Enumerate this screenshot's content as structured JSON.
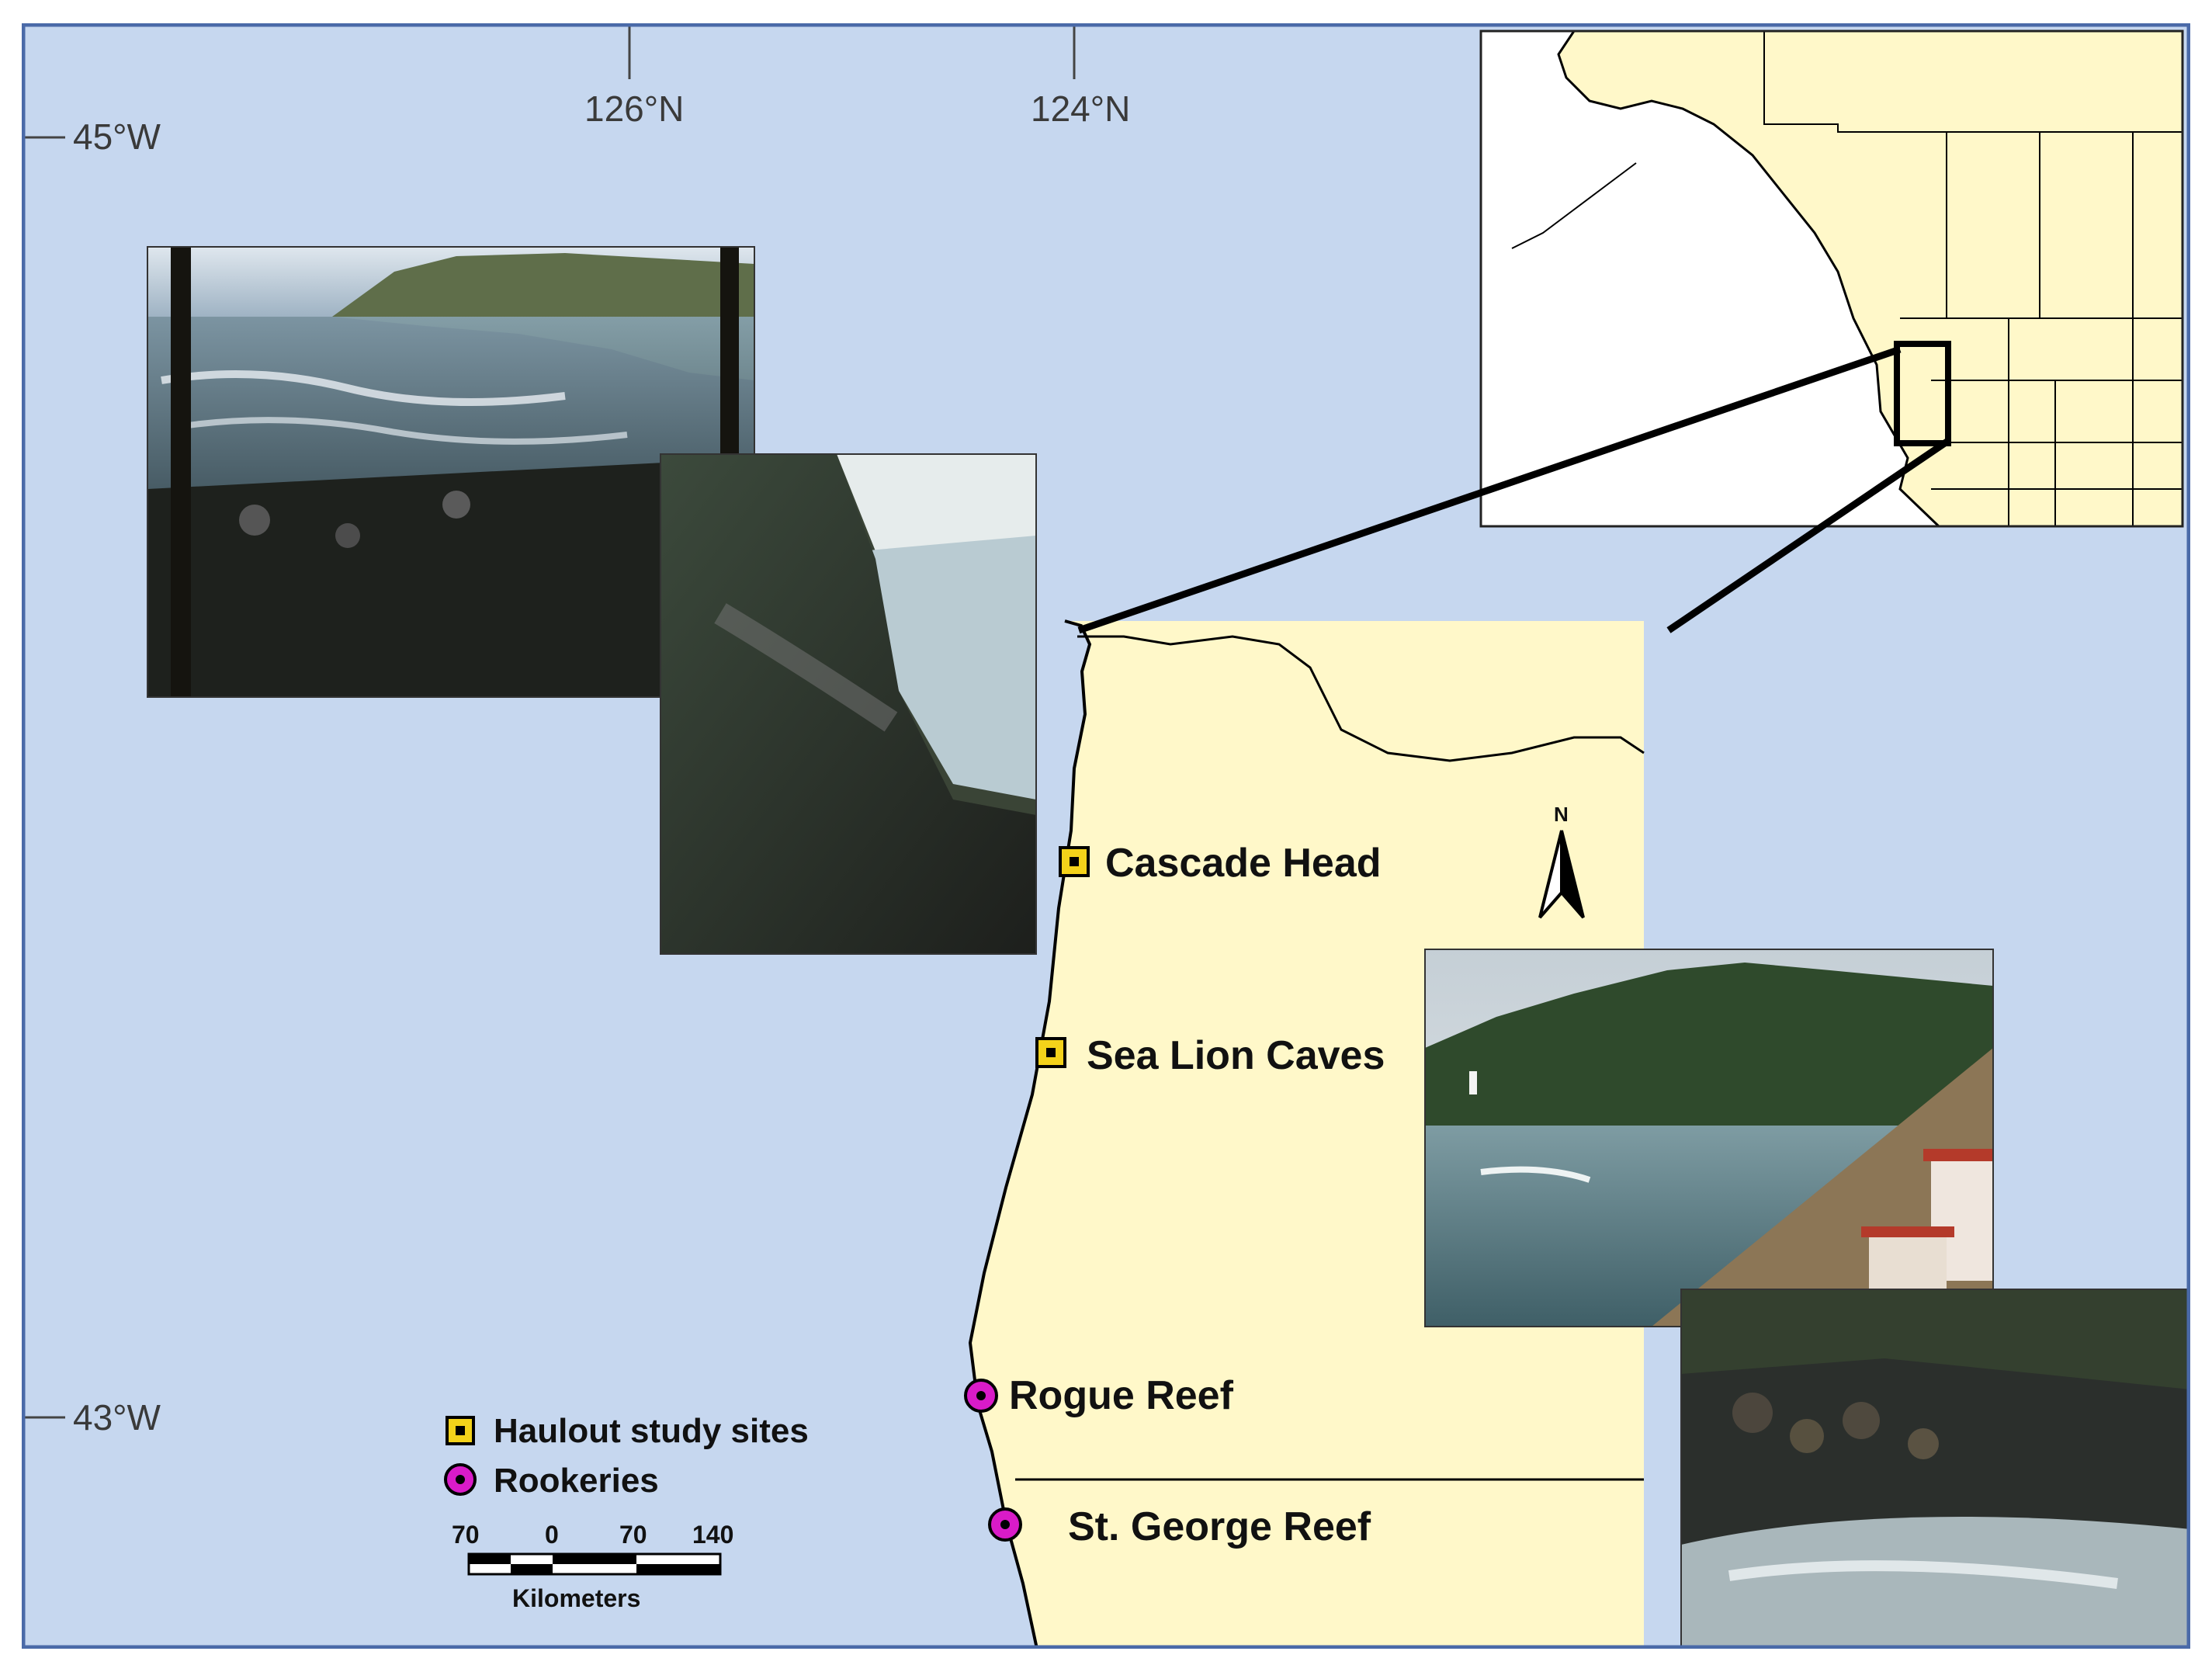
{
  "colors": {
    "ocean": "#c6d7ef",
    "land": "#fff8c9",
    "frame": "#4a6aa8",
    "haulout_fill": "#f3d21a",
    "rookery_fill": "#d91bc8",
    "coastline": "#000000"
  },
  "graticule": {
    "top_ticks": [
      "126°N",
      "124°N"
    ],
    "left_ticks": [
      "45°W",
      "43°W"
    ]
  },
  "sites": {
    "haulouts": [
      "Cascade Head",
      "Sea Lion Caves"
    ],
    "rookeries": [
      "Rogue Reef",
      "St. George Reef"
    ]
  },
  "legend": {
    "haulout_label": "Haulout study sites",
    "rookery_label": "Rookeries"
  },
  "scale_bar": {
    "ticks": [
      "70",
      "0",
      "70",
      "140"
    ],
    "unit": "Kilometers"
  },
  "north_arrow": {
    "label": "N"
  },
  "inset": {
    "name": "overview-map-inset"
  },
  "photos": [
    {
      "name": "photo-cascade-head-cove"
    },
    {
      "name": "photo-rocky-shoreline"
    },
    {
      "name": "photo-lighthouse-headland"
    },
    {
      "name": "photo-sea-lions-on-rocks"
    }
  ]
}
